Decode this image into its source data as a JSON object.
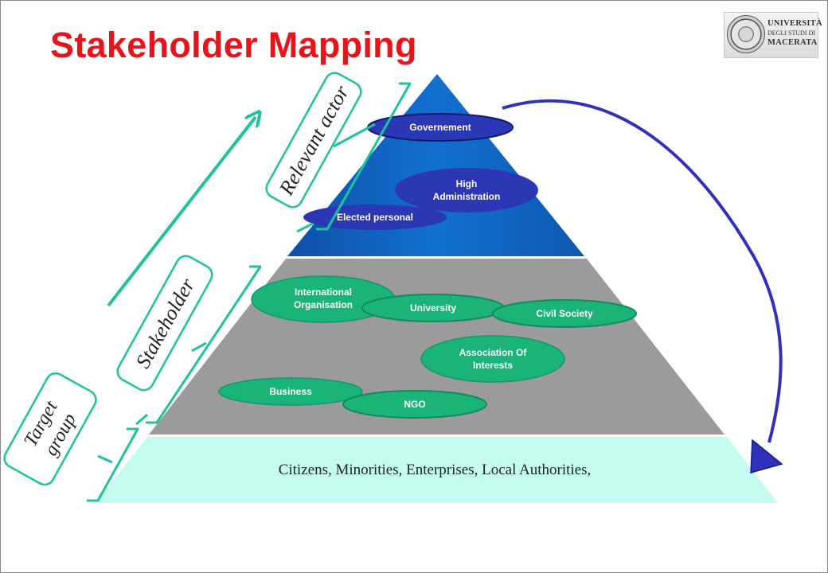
{
  "title": "Stakeholder Mapping",
  "logo": {
    "line1": "UNIVERSITÀ",
    "line2": "DEGLI STUDI DI",
    "line3": "MACERATA"
  },
  "tiers": {
    "relevant_actor": "Relevant actor",
    "stakeholder": "Stakeholder",
    "target_group_line1": "Target",
    "target_group_line2": "group"
  },
  "top_level": {
    "government": "Governement",
    "high_admin_line1": "High",
    "high_admin_line2": "Administration",
    "elected": "Elected personal"
  },
  "middle_level": {
    "international_line1": "International",
    "international_line2": "Organisation",
    "university": "University",
    "civil_society": "Civil Society",
    "association_line1": "Association Of",
    "association_line2": "Interests",
    "business": "Business",
    "ngo": "NGO"
  },
  "base_level": {
    "text": "Citizens, Minorities, Enterprises, Local Authorities,"
  },
  "colors": {
    "title": "#e8141c",
    "top_tier": "#1167c4",
    "middle_tier": "#9b9b9b",
    "base_tier": "#c4fdef",
    "navy_ellipse": "#2b37b4",
    "teal_ellipse": "#1ab479",
    "green_accent": "#1fc29a",
    "curve_arrow": "#2f32b8"
  }
}
